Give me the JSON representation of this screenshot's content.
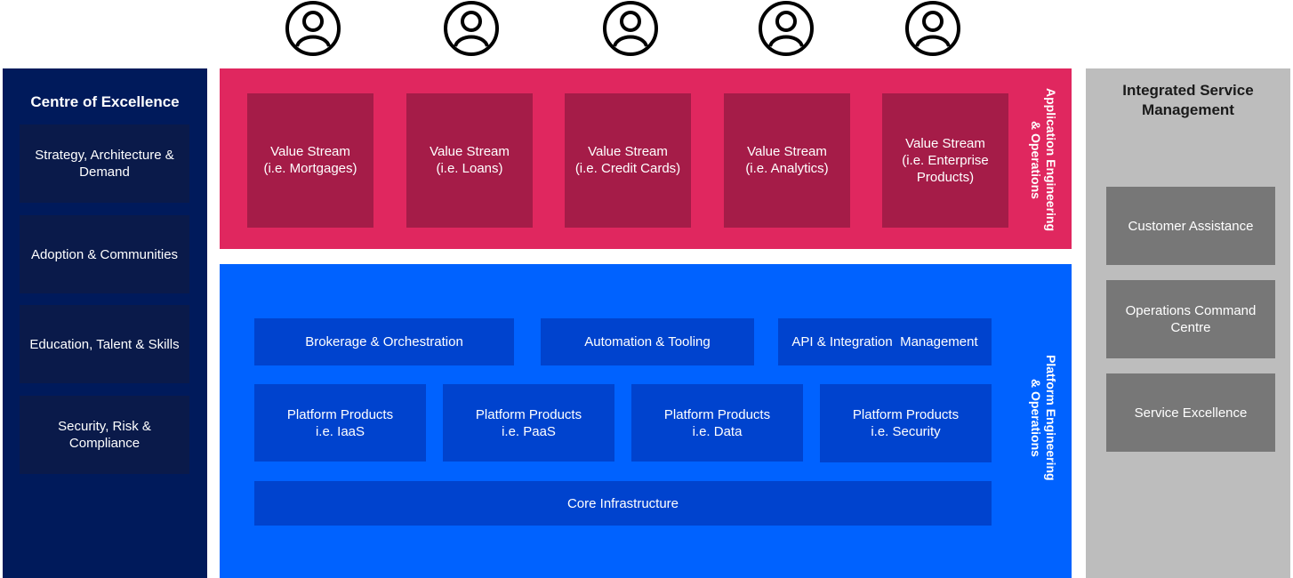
{
  "users": [
    {
      "icon": "user-icon"
    },
    {
      "icon": "user-icon"
    },
    {
      "icon": "user-icon"
    },
    {
      "icon": "user-icon"
    },
    {
      "icon": "user-icon"
    }
  ],
  "centre_of_excellence": {
    "title": "Centre of Excellence",
    "items": [
      "Strategy, Architecture &\nDemand",
      "Adoption & Communities",
      "Education, Talent  & Skills",
      "Security, Risk &\nCompliance"
    ]
  },
  "application": {
    "label": "Application Engineering\n& Operations",
    "value_streams": [
      "Value Stream\n(i.e. Mortgages)",
      "Value Stream\n(i.e. Loans)",
      "Value Stream\n(i.e. Credit Cards)",
      "Value Stream\n(i.e. Analytics)",
      "Value Stream\n(i.e. Enterprise\nProducts)"
    ]
  },
  "platform": {
    "label": "Platform Engineering\n& Operations",
    "row1": [
      "Brokerage & Orchestration",
      "Automation & Tooling",
      "API & Integration  Management"
    ],
    "row2": [
      "Platform Products\ni.e. IaaS",
      "Platform Products\ni.e. PaaS",
      "Platform Products\ni.e. Data",
      "Platform Products\ni.e. Security"
    ],
    "core": "Core Infrastructure"
  },
  "integrated_service_management": {
    "title": "Integrated Service\nManagement",
    "items": [
      "Customer Assistance",
      "Operations Command\nCentre",
      "Service Excellence"
    ]
  },
  "colors": {
    "coe_bg": "#001a5b",
    "application_bg": "#e0275f",
    "value_stream_bg": "#a51c48",
    "platform_bg": "#0062ff",
    "platform_box_bg": "#0043ce",
    "ism_bg": "#bdbdbd",
    "ism_box_bg": "#777777"
  }
}
